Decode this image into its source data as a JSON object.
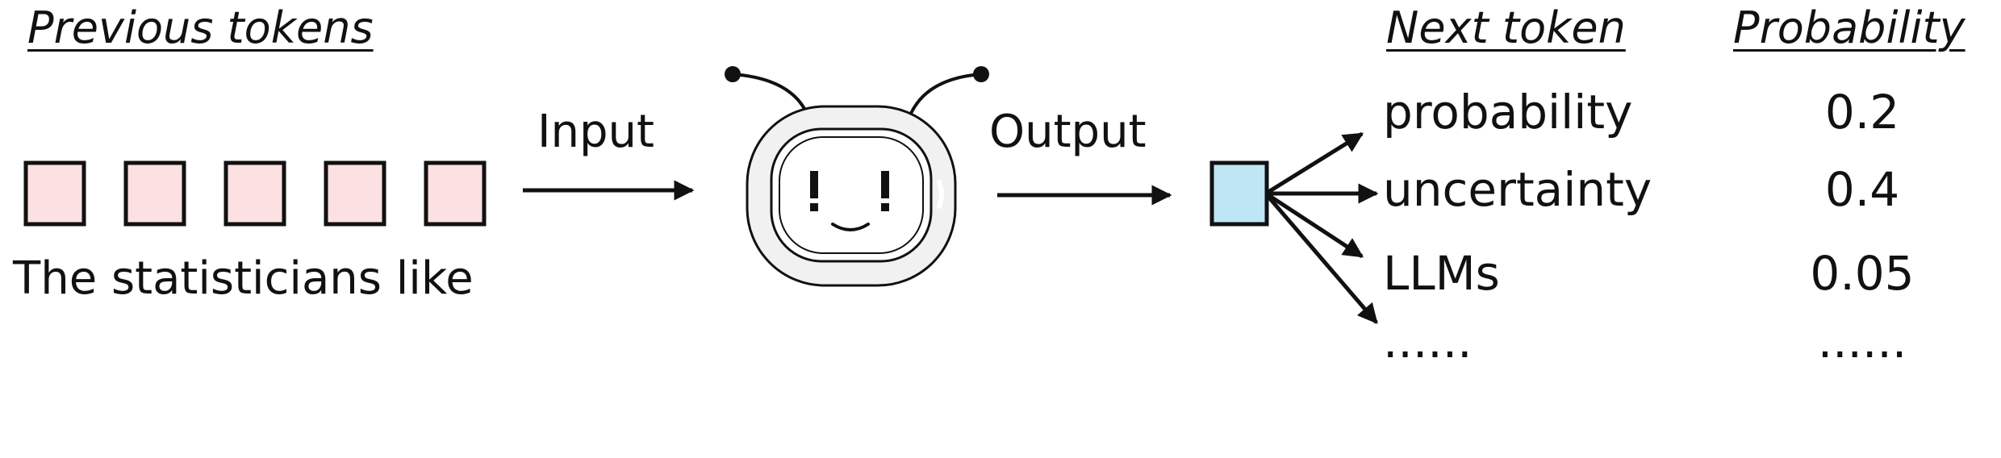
{
  "header_previous": "Previous tokens",
  "header_next": "Next token",
  "header_probability": "Probability",
  "input_sentence": "The statisticians like",
  "input_label": "Input",
  "output_label": "Output",
  "colors": {
    "token_fill": "#fde0e1",
    "output_fill": "#bfe6f5",
    "stroke": "#111111",
    "robot_fill": "#f1f1f1"
  },
  "icons": {
    "model": "robot-head-icon"
  },
  "next_tokens": [
    {
      "token": "probability",
      "probability": "0.2"
    },
    {
      "token": "uncertainty",
      "probability": "0.4"
    },
    {
      "token": "LLMs",
      "probability": "0.05"
    },
    {
      "token": "......",
      "probability": "......"
    }
  ]
}
